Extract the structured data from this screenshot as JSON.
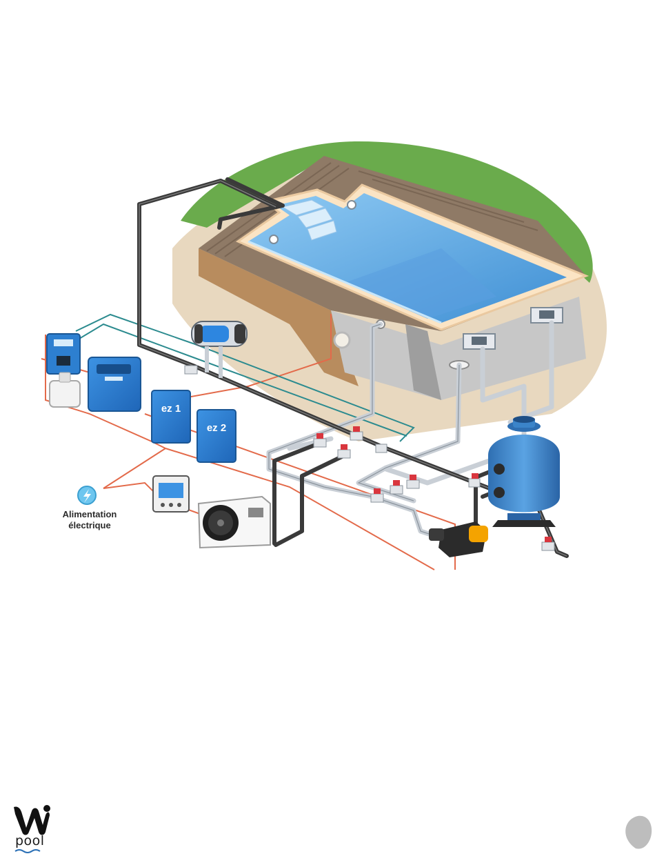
{
  "labels": {
    "power_line1": "Alimentation",
    "power_line2": "électrique",
    "electrolyser_1": "ez 1",
    "electrolyser_2": "ez 2"
  },
  "logo": {
    "text": "pool"
  },
  "colors": {
    "water": "#5aa9e6",
    "water_deep": "#3f8fd4",
    "grass": "#6aab4c",
    "soil": "#e3d2b8",
    "deck": "#8f7a66",
    "pipe_dark": "#3a3a3a",
    "pipe_light": "#c9cfd6",
    "valve_red": "#d9363e",
    "electric_line": "#e36a4a",
    "signal_line": "#2c8b8f",
    "equipment_blue": "#2d7fd0",
    "filter_blue": "#3b84c9"
  },
  "icons": {
    "power": "lightning-bolt-icon",
    "logo": "w-logo-icon"
  }
}
